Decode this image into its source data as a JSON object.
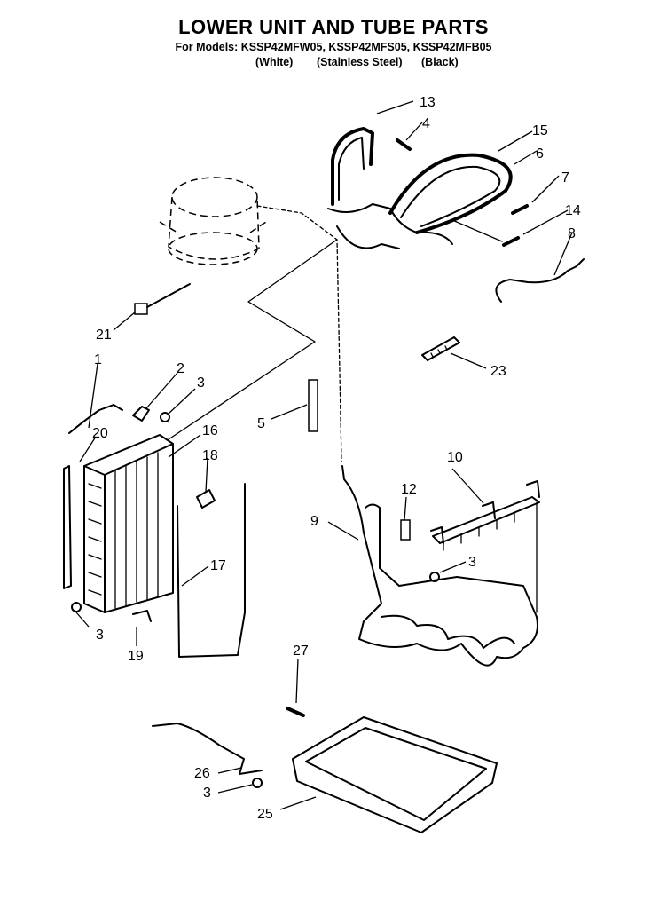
{
  "header": {
    "title": "LOWER UNIT AND TUBE PARTS",
    "models_line": "For Models: KSSP42MFW05, KSSP42MFS05, KSSP42MFB05",
    "color_white": "(White)",
    "color_stainless": "(Stainless Steel)",
    "color_black": "(Black)"
  },
  "callouts": {
    "c1": "1",
    "c2": "2",
    "c3a": "3",
    "c3b": "3",
    "c3c": "3",
    "c3d": "3",
    "c4": "4",
    "c5": "5",
    "c6": "6",
    "c7": "7",
    "c8": "8",
    "c9": "9",
    "c10": "10",
    "c12": "12",
    "c13": "13",
    "c14": "14",
    "c15": "15",
    "c16": "16",
    "c17": "17",
    "c18": "18",
    "c19": "19",
    "c20": "20",
    "c21": "21",
    "c23": "23",
    "c25": "25",
    "c26": "26",
    "c27": "27"
  }
}
